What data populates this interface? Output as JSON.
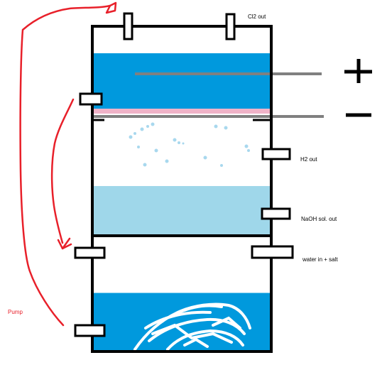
{
  "labels": {
    "cl2_out": "Cl2 out",
    "h2_out": "H2 out",
    "naoh_out": "NaOH sol. out",
    "water_in": "water in + salt",
    "pump": "Pump"
  },
  "icons": {
    "anode_sign": "plus-icon",
    "cathode_sign": "minus-icon"
  },
  "colors": {
    "outline": "#000000",
    "brine": "#0099dd",
    "naoh": "#9fd7ea",
    "membrane": "#f0b3c8",
    "electrode": "#808080",
    "pump_line": "#e8202a",
    "bubbles": "#a8d8ee"
  }
}
